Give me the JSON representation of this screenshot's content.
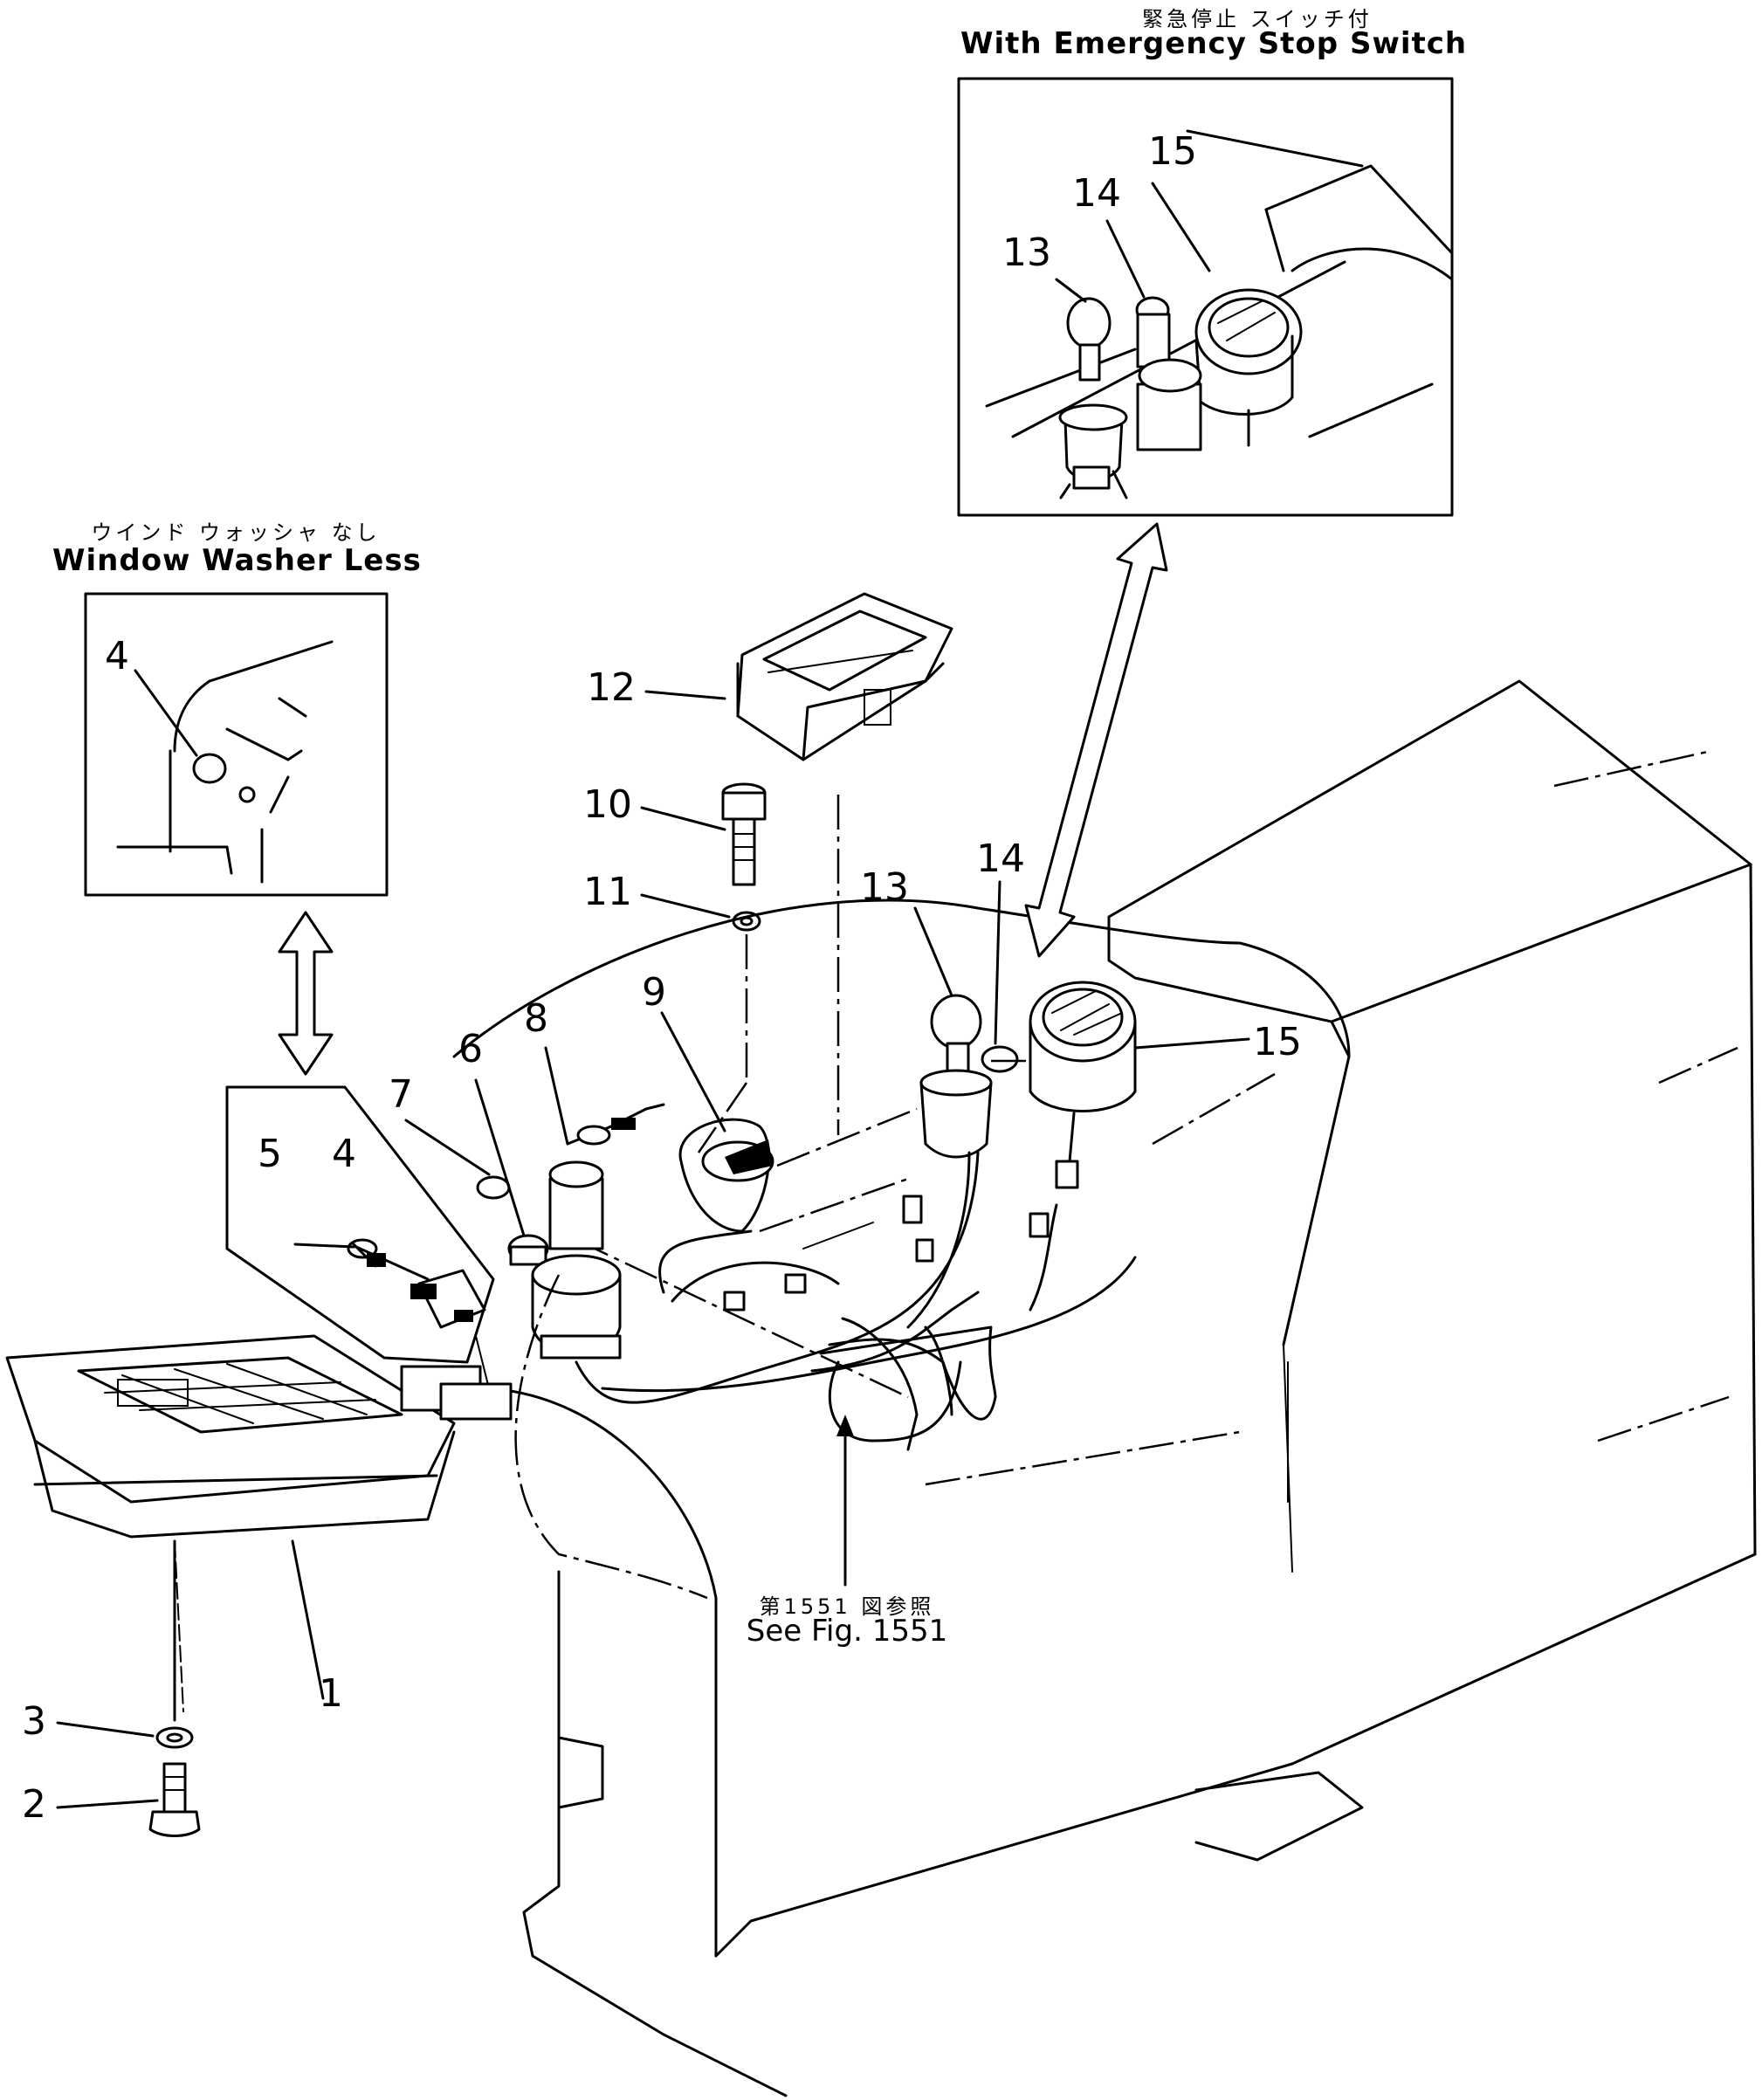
{
  "callouts": {
    "emergency_stop": {
      "jp": "緊急停止 スイッチ付",
      "en": "With Emergency Stop Switch"
    },
    "window_washer": {
      "jp": "ウインド ウォッシャ なし",
      "en": "Window Washer Less"
    },
    "see_fig": {
      "jp": "第1551 図参照",
      "en": "See Fig. 1551"
    }
  },
  "part_numbers": {
    "p1": "1",
    "p2": "2",
    "p3": "3",
    "p4": "4",
    "p4_inset": "4",
    "p5": "5",
    "p6": "6",
    "p7": "7",
    "p8": "8",
    "p9": "9",
    "p10": "10",
    "p11": "11",
    "p12": "12",
    "p13": "13",
    "p13_inset": "13",
    "p14": "14",
    "p14_inset": "14",
    "p15": "15",
    "p15_inset": "15"
  }
}
